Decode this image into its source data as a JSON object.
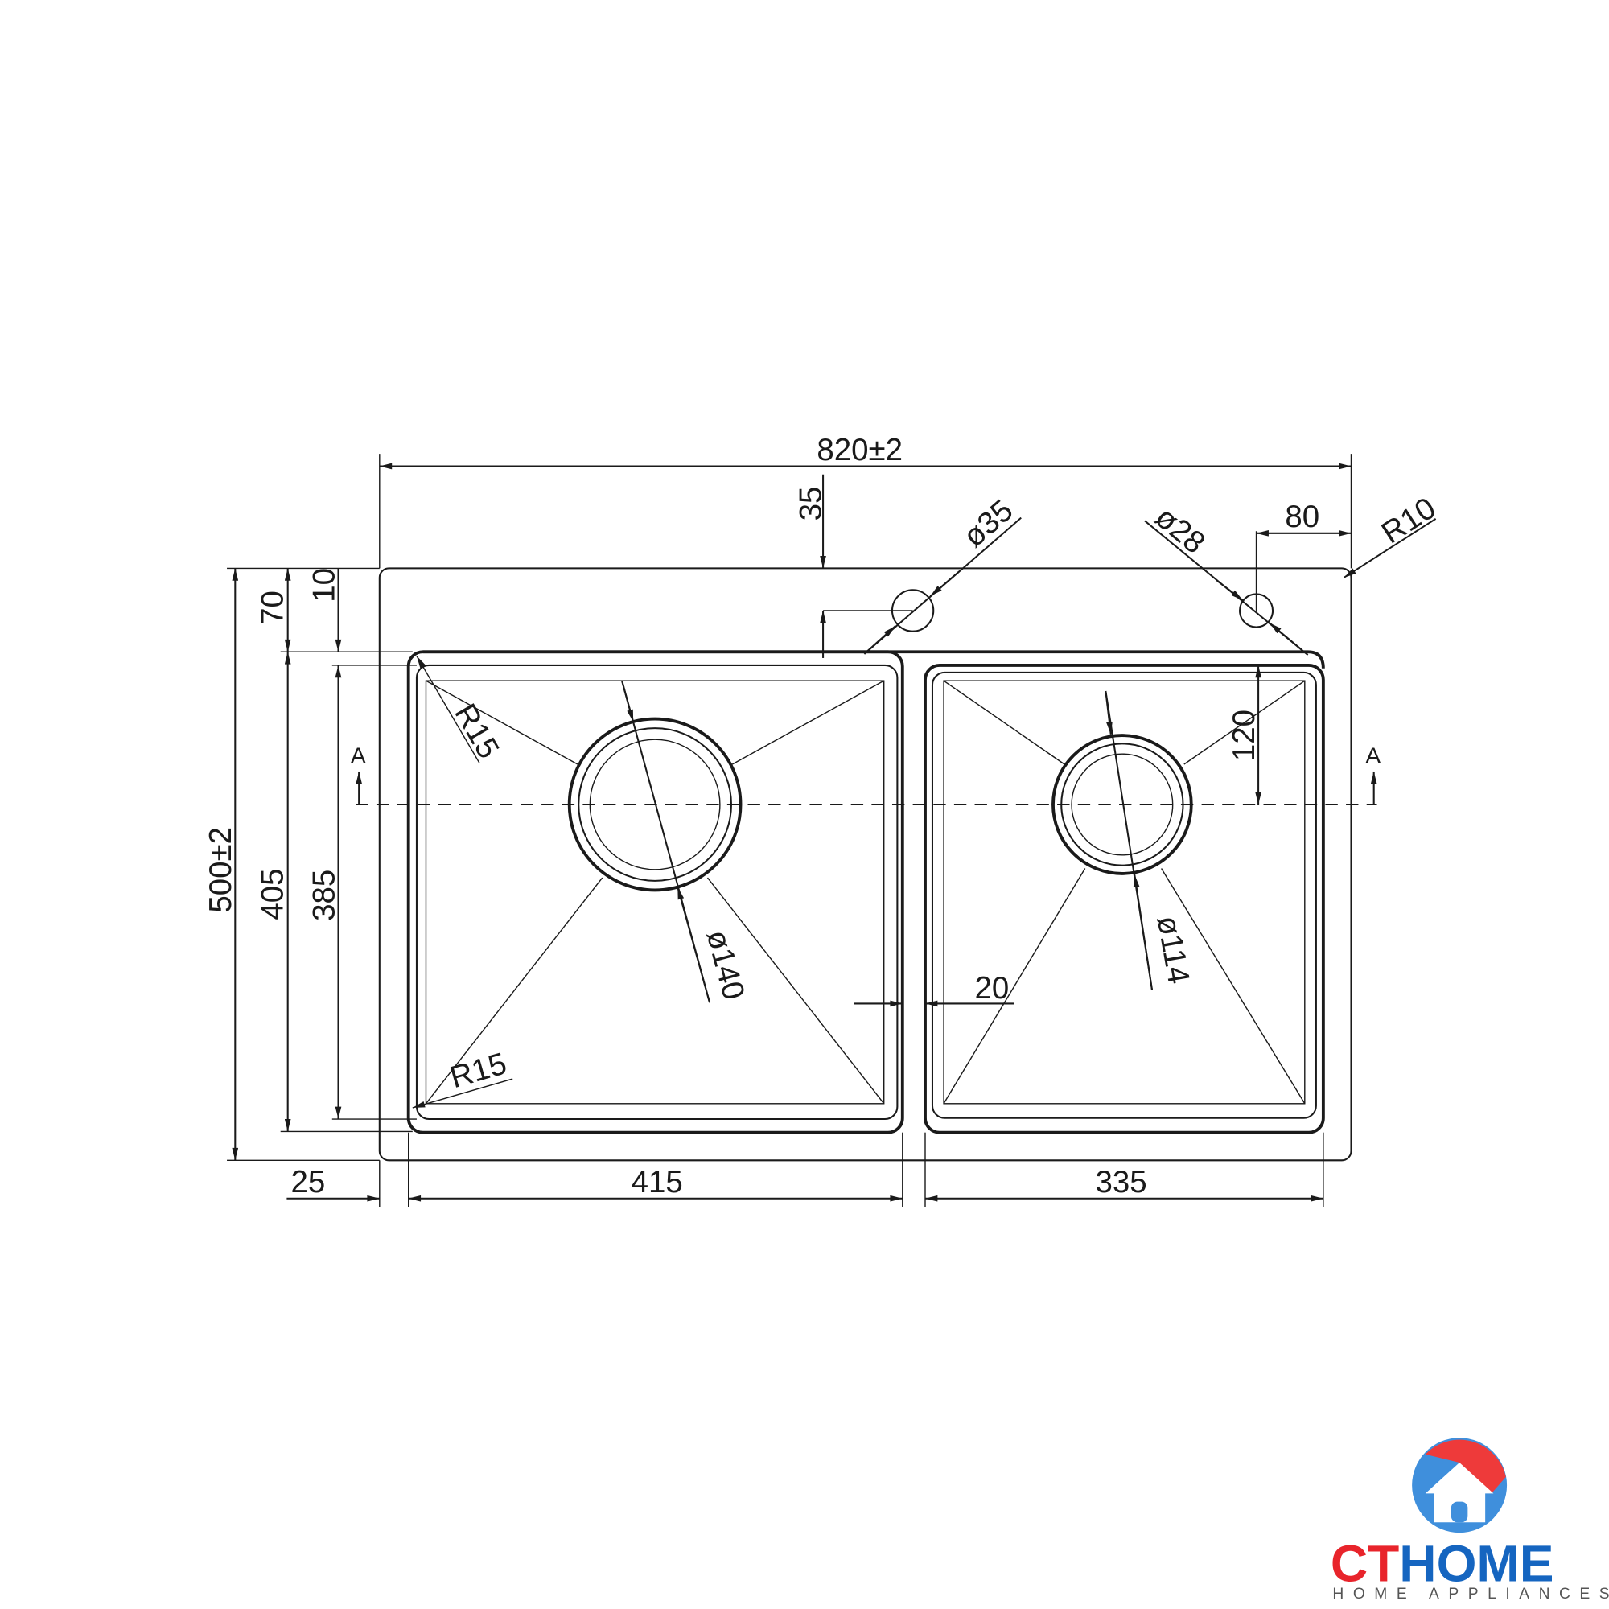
{
  "drawing": {
    "dimensions": {
      "overall_width": "820±2",
      "overall_depth": "500±2",
      "tap_hole_offset_top": "35",
      "tap_hole_1_diameter": "ø35",
      "tap_hole_2_diameter": "ø28",
      "tap_hole_2_offset_right": "80",
      "corner_radius": "R10",
      "flange_top": "10",
      "bowl_offset_top": "70",
      "bowl_outer_depth": "405",
      "bowl_inner_depth": "385",
      "bowl_radius_top": "R15",
      "bowl_radius_bottom": "R15",
      "drain_1_diameter": "ø140",
      "drain_2_diameter": "ø114",
      "drain_2_offset": "120",
      "divider_width": "20",
      "left_margin": "25",
      "bowl_1_width": "415",
      "bowl_2_width": "335"
    },
    "section_marks": [
      "A",
      "A"
    ]
  },
  "logo": {
    "brand_part1": "CT",
    "brand_part2": "HOME",
    "tagline": "HOME APPLIANCES",
    "colors": {
      "red": "#e8242b",
      "blue": "#1565c0",
      "orange": "#f47a3a",
      "light_blue": "#42a5e8"
    }
  }
}
